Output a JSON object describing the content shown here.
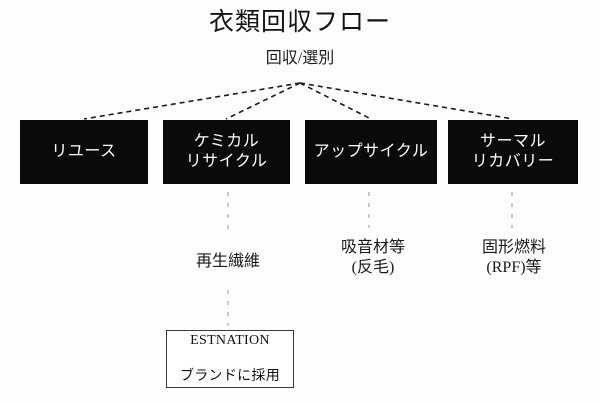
{
  "diagram": {
    "title": "衣類回収フロー",
    "background_color": "#fdfdfd",
    "box_fill_color": "#0a0a0a",
    "box_text_color": "#ffffff",
    "connector_color": "#1a1a1a",
    "connector_color_faint": "#b9b9b9",
    "root": {
      "label": "回収/選別"
    },
    "branches": [
      {
        "id": "reuse",
        "label": "リユース",
        "output": null,
        "final": null
      },
      {
        "id": "chemical",
        "label": "ケミカル\nリサイクル",
        "output": "再生繊維",
        "final": {
          "line1": "ESTNATION",
          "line2": "ブランドに採用"
        }
      },
      {
        "id": "upcycle",
        "label": "アップサイクル",
        "output": "吸音材等\n(反毛)",
        "final": null
      },
      {
        "id": "thermal",
        "label": "サーマル\nリカバリー",
        "output": "固形燃料\n(RPF)等",
        "final": null
      }
    ]
  }
}
